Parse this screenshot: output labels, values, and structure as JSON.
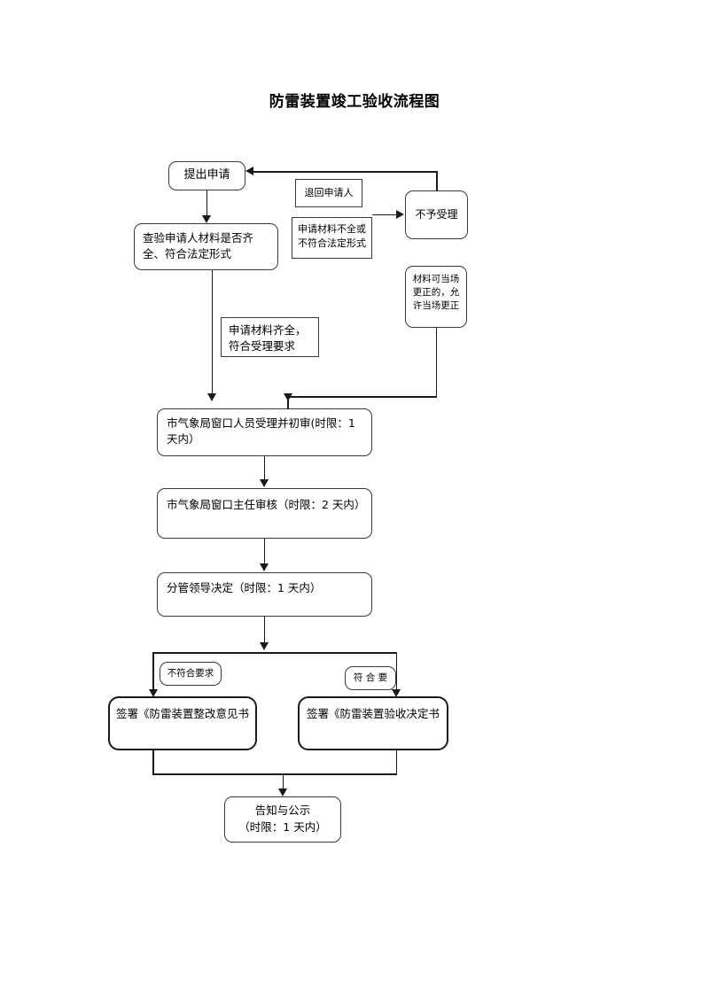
{
  "document": {
    "title": "防雷装置竣工验收流程图"
  },
  "nodes": {
    "apply": "提出申请",
    "return_applicant": "退回申请人",
    "not_accepted": "不予受理",
    "check_materials": "查验申请人材料是否齐全、符合法定形式",
    "materials_incomplete": "申请材料不全或不符合法定形式",
    "onsite_correction": "材料可当场更正的，允许当场更正",
    "materials_complete": "申请材料齐全，符合受理要求",
    "window_staff_review": "市气象局窗口人员受理并初审(时限：1 天内）",
    "window_director_review": "市气象局窗口主任审核（时限：2 天内）",
    "leader_decision": "分管领导决定（时限：1 天内）",
    "not_conform": "不符合要求",
    "conform": "符 合 要",
    "sign_rectification": "签署《防雷装置整改意见书",
    "sign_acceptance": "签署《防雷装置验收决定书",
    "notify_publicize": "告知与公示\n（时限：1 天内）",
    "notify_line1": "告知与公示",
    "notify_line2": "（时限：1 天内）"
  },
  "colors": {
    "line": "#1a1a1a",
    "border": "#3a3a3a",
    "text": "#000000",
    "background": "#ffffff"
  }
}
